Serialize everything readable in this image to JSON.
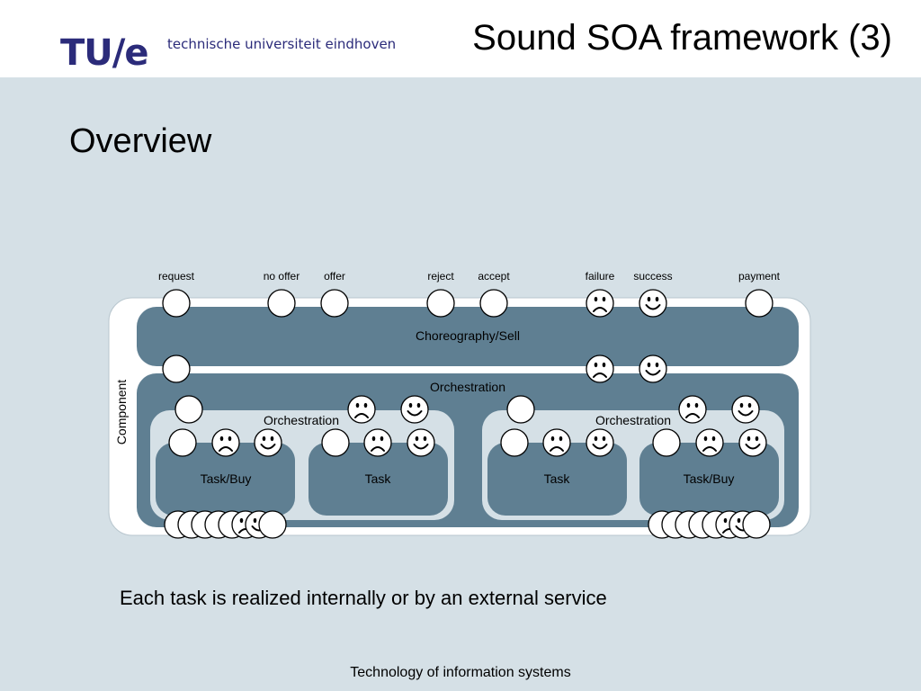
{
  "header": {
    "logo_mark": "TU/e",
    "logo_text": "technische universiteit eindhoven",
    "title": "Sound SOA framework (3)"
  },
  "slide": {
    "subtitle": "Overview",
    "caption": "Each task is realized internally or by an external service",
    "footer": "Technology of  information systems"
  },
  "diagram": {
    "port_labels": {
      "request": "request",
      "no_offer": "no offer",
      "offer": "offer",
      "reject": "reject",
      "accept": "accept",
      "failure": "failure",
      "success": "success",
      "payment": "payment"
    },
    "component_label": "Component",
    "choreography_label": "Choreography/Sell",
    "orchestration_label": "Orchestration",
    "sub_orchestration_left": "Orchestration",
    "sub_orchestration_right": "Orchestration",
    "task_1": "Task/Buy",
    "task_2": "Task",
    "task_3": "Task",
    "task_4": "Task/Buy",
    "colors": {
      "background": "#d5e0e6",
      "container": "#5f7f92",
      "inner_panel": "#d5e0e6",
      "port_fill": "#ffffff"
    }
  }
}
